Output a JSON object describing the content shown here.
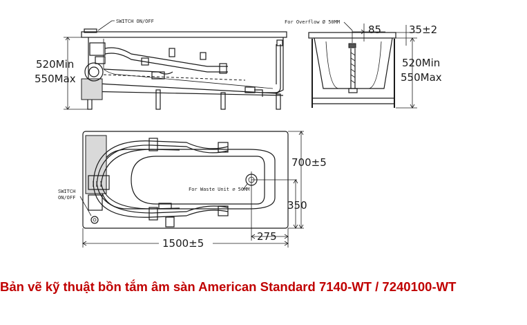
{
  "labels": {
    "switch_top": "SWITCH ON/OFF",
    "switch_plan_1": "SWITCH",
    "switch_plan_2": "ON/OFF",
    "overflow": "For Overflow Ø 50MM",
    "waste": "For Waste Unit ⌀ 50MM",
    "dim_85": "85",
    "dim_35": "35±2",
    "dim_520_left": "520Min",
    "dim_550_left": "550Max",
    "dim_520_right": "520Min",
    "dim_550_right": "550Max",
    "dim_700": "700±5",
    "dim_350": "350",
    "dim_275": "275",
    "dim_1500": "1500±5"
  },
  "caption": "Bản vẽ kỹ thuật bồn tắm âm sàn American Standard 7140-WT / 7240100-WT",
  "colors": {
    "caption": "#c00000",
    "line": "#1a1a1a"
  }
}
